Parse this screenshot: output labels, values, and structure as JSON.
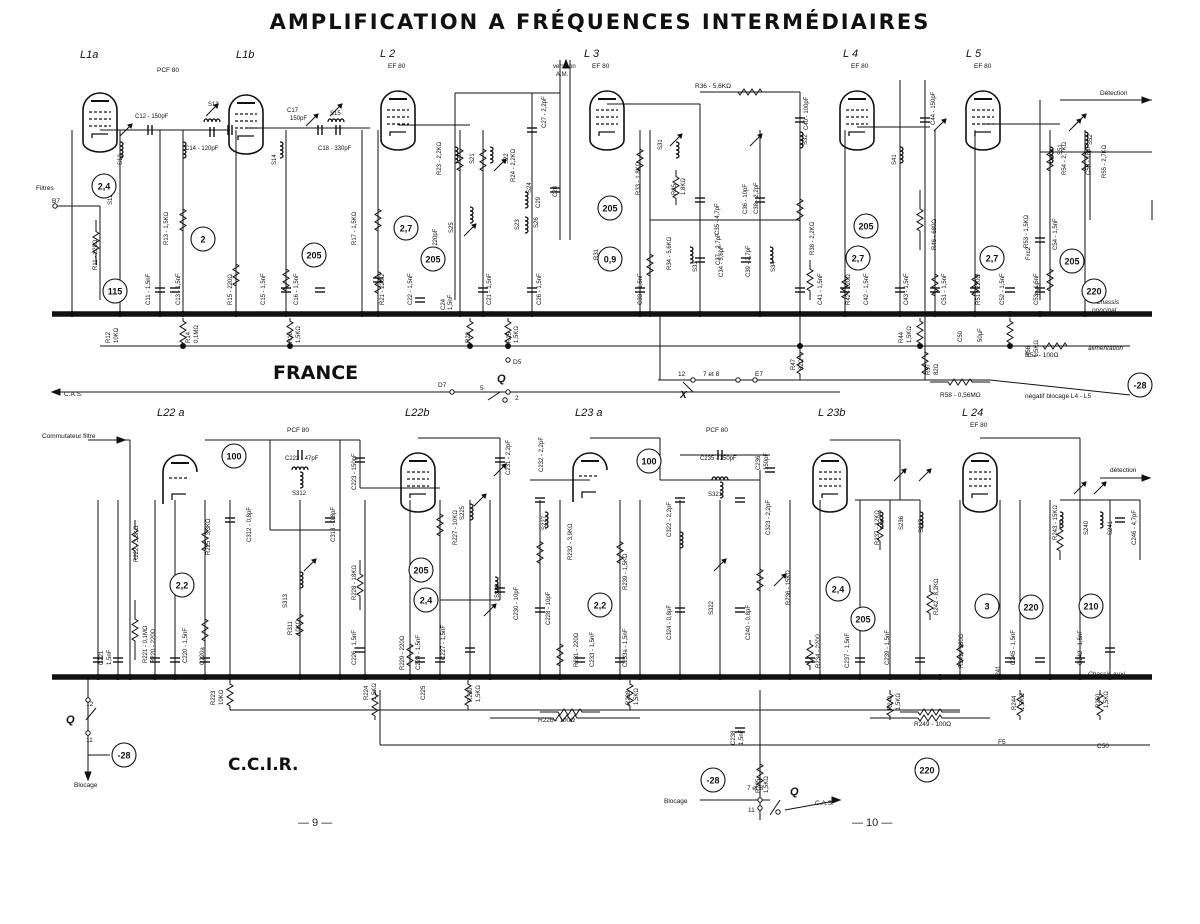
{
  "title": "AMPLIFICATION A FRÉQUENCES INTERMÉDIAIRES",
  "sections": {
    "top_label": "FRANCE",
    "bottom_label": "C.C.I.R."
  },
  "page_numbers": {
    "left": "— 9 —",
    "right": "— 10 —"
  },
  "top_tubes": [
    {
      "label": "L1a",
      "type": ""
    },
    {
      "label": "L1b",
      "type": ""
    },
    {
      "label": "L 2",
      "type": "EF 80"
    },
    {
      "label": "L 3",
      "type": "EF 80"
    },
    {
      "label": "L 4",
      "type": "EF 80"
    },
    {
      "label": "L 5",
      "type": "EF 80"
    }
  ],
  "bottom_tubes": [
    {
      "label": "L22 a",
      "type": ""
    },
    {
      "label": "L22b",
      "type": ""
    },
    {
      "label": "L23 a",
      "type": ""
    },
    {
      "label": "L 23b",
      "type": ""
    },
    {
      "label": "L 24",
      "type": "EF 80"
    }
  ],
  "top_annotations": {
    "pcf_top": "PCF 80",
    "vers_son": "vers son",
    "am": "A.M.",
    "detection": "Détection",
    "filtres": "Filtres",
    "b7": "B7",
    "chassis": "Chassis",
    "principal": "principal",
    "alimentation": "alimentation",
    "cas": "C.A.S.",
    "negatif": "négatif blocage L4 - L5",
    "r36": "R36 - 5,6KΩ",
    "r52": "R52 - 100Ω",
    "r58": "R58 - 0,56MΩ",
    "d5": "D5",
    "d7": "D7",
    "e7": "E7",
    "q": "Q",
    "x": "X",
    "sept_et_huit": "7 et 8",
    "n5": "5",
    "n2": "2",
    "n12": "12"
  },
  "top_components": [
    "C12 - 150pF",
    "S13",
    "C14 - 120pF",
    "C17",
    "150pF",
    "S15",
    "C18 - 330pF",
    "S12",
    "S14",
    "S11",
    "R11 - 220Ω",
    "R13 - 1,5KΩ",
    "C11 - 1,5nF",
    "C13 - 1,5nF",
    "R15 - 220Ω",
    "C15 - 1,5nF",
    "C16 - 1,5nF",
    "R12",
    "10KΩ",
    "R14",
    "0,1MΩ",
    "R16",
    "1,5KΩ",
    "R17 - 1,5KΩ",
    "R21 - 220Ω",
    "C22 - 1,5nF",
    "C24",
    "1,5nF",
    "R23 - 2,2KΩ",
    "R24 - 2,2KΩ",
    "S21",
    "S22",
    "C25 - 220pF",
    "S25",
    "C27 - 2,2pF",
    "C28",
    "S24",
    "C29",
    "S23",
    "S26",
    "C21 - 1,5nF",
    "C26 - 1,5nF",
    "R22",
    "R25",
    "1,5KΩ",
    "R31",
    "27Ω",
    "C33 - 1,5nF",
    "R33 - 1,8KΩ",
    "R34 - 5,6KΩ",
    "R35",
    "1,8KΩ",
    "S31",
    "C35 - 4,7pF",
    "C36 - 10pF",
    "C37 - 2,7pF",
    "C38 - 2,2pF",
    "C34 - 5,6pF",
    "C39 - 2,7pF",
    "S33",
    "S34",
    "S32",
    "C40 - 100pF",
    "R38 - 2,2KΩ",
    "R47",
    "82Ω",
    "C41 - 1,5nF",
    "R42 - 220Ω",
    "C42 - 1,5nF",
    "C43 - 1,5nF",
    "S41",
    "C44 - 150pF",
    "R46 - 680Ω",
    "R44",
    "1,5KΩ",
    "R57",
    "82Ω",
    "C51 - 1,5nF",
    "R51 - 220Ω",
    "C52 - 1,5nF",
    "C53 - 1,5nF",
    "C54 - 1,5nF",
    "C50",
    "50µF",
    "Fxc1",
    "Fxc2",
    "R53 - 1,5KΩ",
    "R54 - 2,7KΩ",
    "S51",
    "C56 - 18pF",
    "S52",
    "R55 - 2,7KΩ",
    "R56",
    "1,5KΩ"
  ],
  "bottom_annotations": {
    "commutateur": "Commutateur filtre",
    "pcf_a": "PCF 80",
    "pcf_b": "PCF 80",
    "detection": "détection",
    "chassis": "Chassis auxi.",
    "blocage_left": "Blocage",
    "blocage_right": "Blocage",
    "cas": "C.A.S.",
    "q_left": "Q",
    "q_right": "Q",
    "n12": "12",
    "n11_left": "11",
    "n11_right": "11",
    "sept_et_huit": "7 et 8",
    "f5": "F5",
    "c50": "C50",
    "r226": "R226 - 100Ω",
    "r249": "R249 - 100Ω"
  },
  "bottom_components": [
    "C221",
    "1,5nF",
    "R221 - 0,1MΩ",
    "R222 - 3,3KΩ",
    "R220 - 220Ω",
    "C220 - 1,5nF",
    "R225 - 3,3KΩ",
    "C220a",
    "R223",
    "10KΩ",
    "C222 - 47pF",
    "S312",
    "C312 - 0,8pF",
    "C313 - 0,8pF",
    "S313",
    "R311",
    "10KΩ",
    "C223 - 150pF",
    "R228 - 18KΩ",
    "C226 - 1,5nF",
    "R224",
    "1,5KΩ",
    "R229 - 220Ω",
    "C224 - 1,5nF",
    "C225",
    "C227 - 1,5nF",
    "R230",
    "1,5KΩ",
    "R227 - 10KΩ",
    "S225",
    "S226",
    "C230 - 10pF",
    "C231 - 2,2pF",
    "C232 - 2,2pF",
    "S227",
    "C228 - 10pF",
    "R232 - 3,9KΩ",
    "R231 - 220Ω",
    "C233 - 1,5nF",
    "C233a - 1,5nF",
    "R238",
    "1,5KΩ",
    "R239 - 1,5KΩ",
    "C235 - 150pF",
    "S321",
    "C322 - 2,2pF",
    "C323 - 2,2pF",
    "C324 - 0,8pF",
    "S322",
    "C240 - 0,8pF",
    "R236 - 15KΩ",
    "C236",
    "150pF",
    "C238",
    "1,5nF",
    "R235",
    "1,5KΩ",
    "R237 - 12KΩ",
    "S236",
    "S237",
    "R234 - 220Ω",
    "C237 - 1,5nF",
    "C239 - 1,5nF",
    "R240",
    "1,5KΩ",
    "R242 - 8,2KΩ",
    "R241 - 330Ω",
    "C241",
    "C245 - 1,5nF",
    "R244",
    "1,5KΩ",
    "R243 - 15KΩ",
    "S240",
    "S241",
    "C246 - 4,7pF",
    "C242 - 1,5nF",
    "R250",
    "1,5KΩ"
  ],
  "circle_tags_top": [
    "2,4",
    "115",
    "2",
    "205",
    "2,7",
    "205",
    "205",
    "0,9",
    "205",
    "2,7",
    "2,7",
    "205",
    "220",
    "-28"
  ],
  "circle_tags_bottom": [
    "100",
    "2,2",
    "205",
    "2,4",
    "100",
    "2,2",
    "2,4",
    "205",
    "3",
    "220",
    "210",
    "-28",
    "-28",
    "220"
  ]
}
